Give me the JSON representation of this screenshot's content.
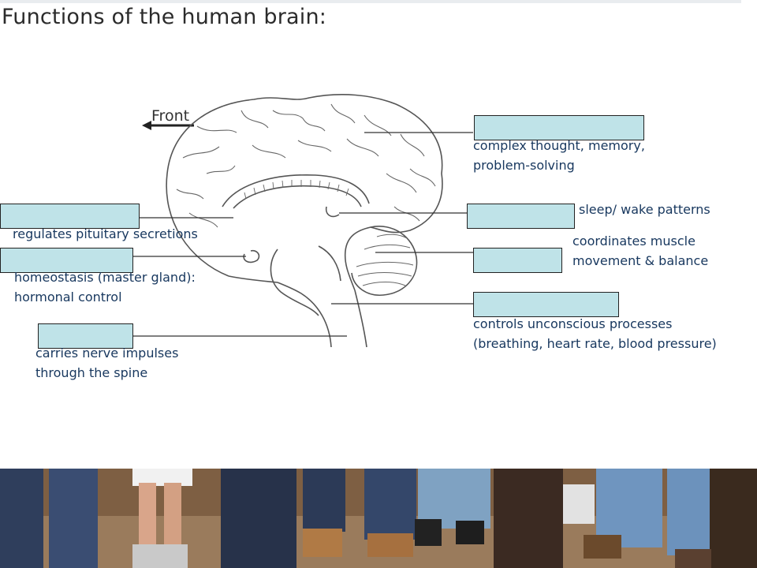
{
  "title": "Functions of the human brain:",
  "front_label": "Front",
  "annotations": {
    "cerebrum": {
      "line1": "complex thought, memory,",
      "line2": "problem-solving"
    },
    "hypothalamus": {
      "line1": "regulates pituitary secretions"
    },
    "pituitary": {
      "line1": "homeostasis (master gland):",
      "line2": "hormonal control"
    },
    "spinal_cord": {
      "line1": "carries nerve impulses",
      "line2": "through the spine"
    },
    "pineal": {
      "line1": "sleep/ wake patterns"
    },
    "cerebellum": {
      "line1": "coordinates muscle",
      "line2": "movement & balance"
    },
    "brain_stem": {
      "line1": "controls unconscious processes",
      "line2": "(breathing, heart rate, blood pressure)"
    }
  },
  "colors": {
    "mask_fill": "#bfe3e8",
    "text": "#17375e",
    "line": "#333333"
  }
}
